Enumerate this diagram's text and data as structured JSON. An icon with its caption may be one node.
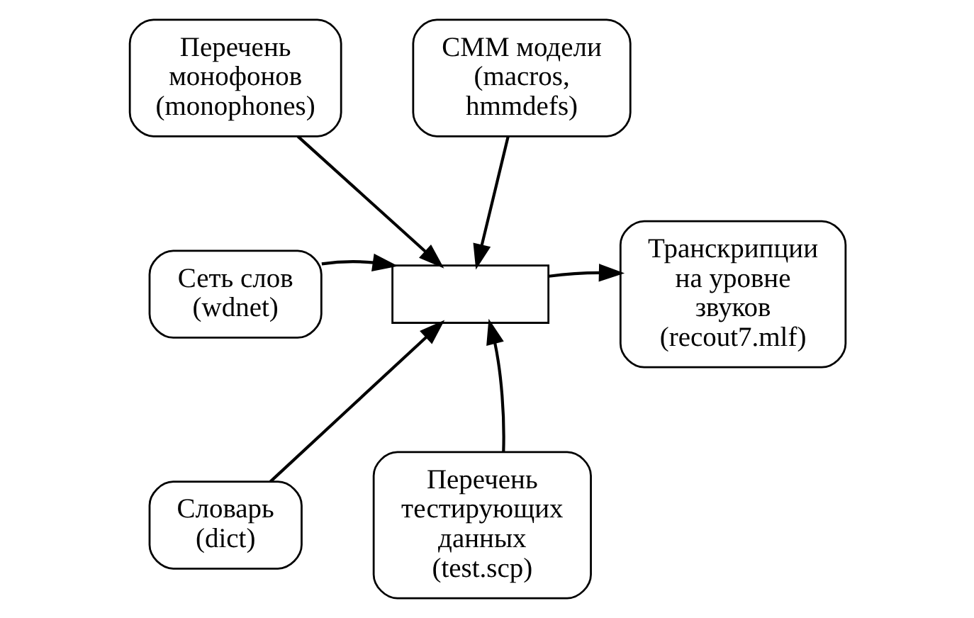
{
  "diagram": {
    "nodes": [
      {
        "text": [
          "Перечень монофонов (monophones)"
        ]
      },
      {
        "text": [
          "СММ модели (macros, hmmdefs)"
        ]
      },
      {
        "text": [
          "Сеть слов (wdnet)"
        ]
      },
      {
        "text": [],
        "shape": "box"
      },
      {
        "text": [
          "Транскрипции на уровне звуков (recout7.mlf)"
        ]
      },
      {
        "text": [
          "Словарь (dict)"
        ]
      },
      {
        "text": [
          "Перечень тестирующих данных (test.scp)"
        ]
      }
    ],
    "edges": [
      {
        "from": 0,
        "to": 3,
        "arrow": "to"
      },
      {
        "from": 1,
        "to": 3,
        "arrow": "to"
      },
      {
        "from": 2,
        "to": 3,
        "arrow": "to"
      },
      {
        "from": 5,
        "to": 3,
        "arrow": "to"
      },
      {
        "from": 6,
        "to": 3,
        "arrow": "to"
      },
      {
        "from": 3,
        "to": 4,
        "arrow": "to"
      }
    ]
  }
}
